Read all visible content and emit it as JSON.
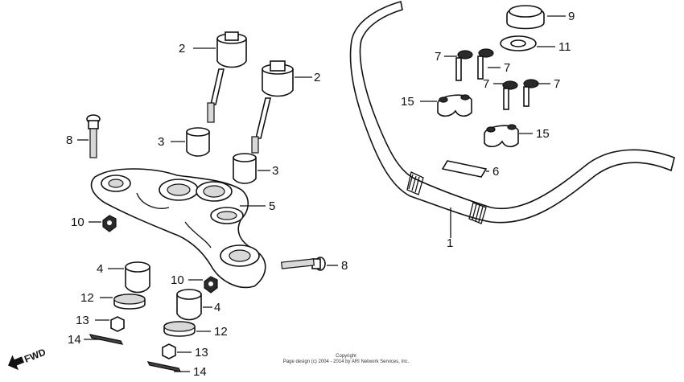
{
  "labels": [
    "1",
    "2",
    "2",
    "3",
    "3",
    "4",
    "4",
    "5",
    "6",
    "7",
    "7",
    "7",
    "7",
    "8",
    "8",
    "9",
    "10",
    "10",
    "11",
    "12",
    "12",
    "13",
    "13",
    "14",
    "14",
    "15",
    "15"
  ],
  "fwd": "FWD",
  "copyright": {
    "line1": "Copyright",
    "line2": "Page design (c) 2004 - 2014 by ARI Network Services, Inc."
  }
}
